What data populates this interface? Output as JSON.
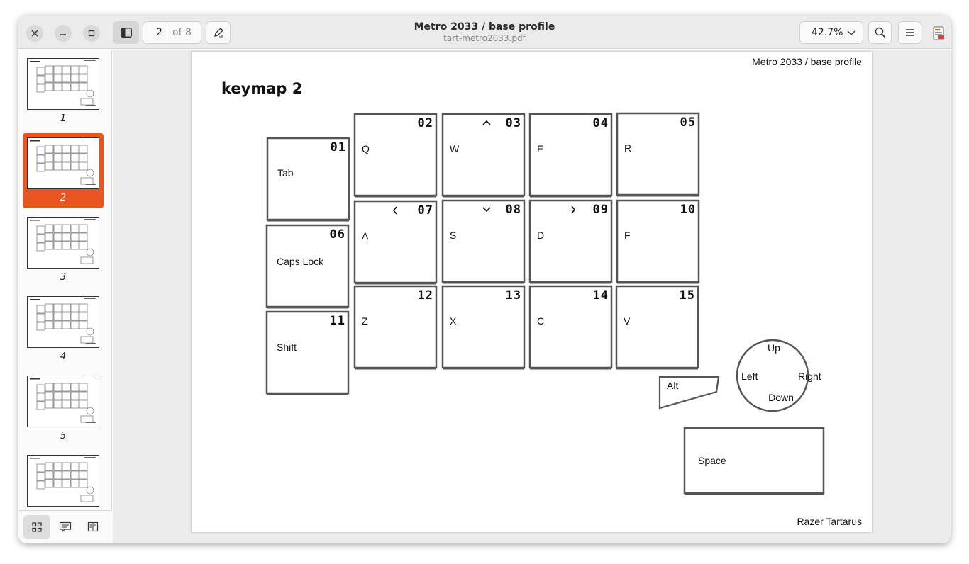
{
  "window": {
    "title": "Metro 2033 / base profile",
    "filename": "tart-metro2033.pdf"
  },
  "toolbar": {
    "page_current": "2",
    "page_total": "of 8",
    "zoom": "42.7%"
  },
  "thumbnails": [
    {
      "num": "1",
      "active": false
    },
    {
      "num": "2",
      "active": true
    },
    {
      "num": "3",
      "active": false
    },
    {
      "num": "4",
      "active": false
    },
    {
      "num": "5",
      "active": false
    },
    {
      "num": "",
      "active": false
    }
  ],
  "document": {
    "header_right": "Metro 2033 / base profile",
    "heading": "keymap 2",
    "footer_right": "Razer Tartarus",
    "keys": [
      {
        "num": "01",
        "label": "Tab",
        "arrow": ""
      },
      {
        "num": "02",
        "label": "Q",
        "arrow": ""
      },
      {
        "num": "03",
        "label": "W",
        "arrow": "^"
      },
      {
        "num": "04",
        "label": "E",
        "arrow": ""
      },
      {
        "num": "05",
        "label": "R",
        "arrow": ""
      },
      {
        "num": "06",
        "label": "Caps Lock",
        "arrow": ""
      },
      {
        "num": "07",
        "label": "A",
        "arrow": "<"
      },
      {
        "num": "08",
        "label": "S",
        "arrow": "v"
      },
      {
        "num": "09",
        "label": "D",
        "arrow": ">"
      },
      {
        "num": "10",
        "label": "F",
        "arrow": ""
      },
      {
        "num": "11",
        "label": "Shift",
        "arrow": ""
      },
      {
        "num": "12",
        "label": "Z",
        "arrow": ""
      },
      {
        "num": "13",
        "label": "X",
        "arrow": ""
      },
      {
        "num": "14",
        "label": "C",
        "arrow": ""
      },
      {
        "num": "15",
        "label": "V",
        "arrow": ""
      }
    ],
    "thumb_key": "Alt",
    "dpad": {
      "up": "Up",
      "down": "Down",
      "left": "Left",
      "right": "Right"
    },
    "space": "Space"
  },
  "colors": {
    "accent": "#e95420",
    "key_border": "#555555"
  }
}
